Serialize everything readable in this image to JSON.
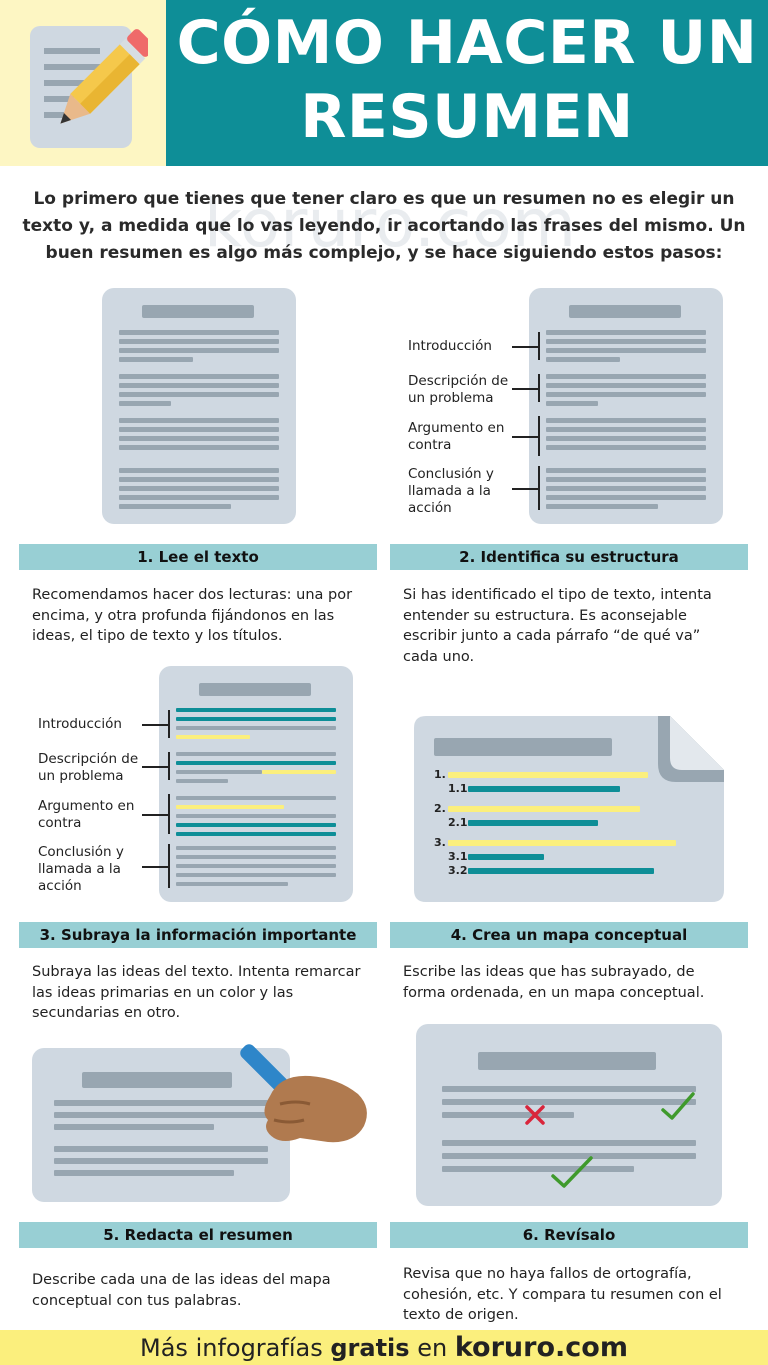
{
  "header": {
    "title_line1": "CÓMO HACER UN",
    "title_line2": "RESUMEN",
    "icon": "pencil-and-paper-icon"
  },
  "intro": "Lo primero que tienes que tener claro es que un resumen no es elegir un texto y, a medida que lo vas leyendo, ir acortando las frases del mismo. Un buen resumen es algo más complejo, y se hace siguiendo estos pasos:",
  "watermark": "koruro.com",
  "structure_labels": [
    "Introducción",
    "Descripción de un problema",
    "Argumento en contra",
    "Conclusión y llamada a la acción"
  ],
  "steps": [
    {
      "title": "1. Lee el texto",
      "text": "Recomendamos hacer dos lecturas: una por encima, y otra profunda fijándonos en las ideas, el tipo de texto y los títulos."
    },
    {
      "title": "2. Identifica su estructura",
      "text": "Si has identificado el tipo de texto, intenta entender su estructura. Es aconsejable escribir junto a cada párrafo “de qué va” cada uno."
    },
    {
      "title": "3. Subraya la información importante",
      "text": "Subraya las ideas del texto. Intenta remarcar las ideas primarias en un color y las secundarias en otro."
    },
    {
      "title": "4. Crea un mapa conceptual",
      "text": "Escribe las ideas que has subrayado, de forma ordenada, en un mapa conceptual."
    },
    {
      "title": "5. Redacta el resumen",
      "text": "Describe cada una de las ideas del mapa conceptual con tus palabras."
    },
    {
      "title": "6. Revísalo",
      "text": "Revisa que no haya fallos de ortografía, cohesión, etc. Y compara tu resumen con el texto de origen."
    }
  ],
  "concept_map_numbers": [
    "1.",
    "1.1",
    "2.",
    "2.1",
    "3.",
    "3.1",
    "3.2"
  ],
  "footer": {
    "prefix": "Más infografías",
    "bold": "gratis",
    "middle": "en",
    "brand": "koruro.com"
  },
  "colors": {
    "teal": "#0e8e97",
    "light_teal": "#98cfd4",
    "yellow": "#fbef7d",
    "cream": "#fdf6c3",
    "doc": "#cfd8e1",
    "line": "#98a6b1"
  }
}
